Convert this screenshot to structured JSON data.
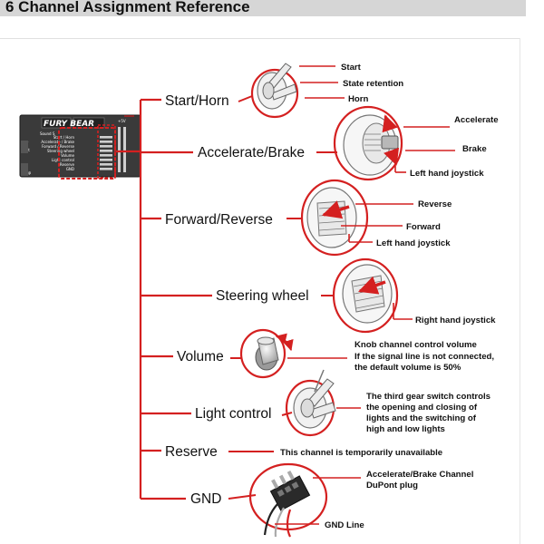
{
  "page": {
    "title": "6 Channel Assignment Reference"
  },
  "board": {
    "logo": "FURY BEAR",
    "subtitle": "Sound S",
    "volt": "+5V",
    "pins": [
      "Start / Horn",
      "Accelerate / Brake",
      "Forward / Reverse",
      "Steering wheel",
      "Volume",
      "Light control",
      "Reserve",
      "GND"
    ],
    "left_labels": [
      "5V",
      "Bat",
      "ST",
      "RUP"
    ]
  },
  "channels": [
    {
      "label": "Start/Horn",
      "annotations": [
        "Start",
        "State retention",
        "Horn"
      ]
    },
    {
      "label": "Accelerate/Brake",
      "annotations": [
        "Accelerate",
        "Brake",
        "Left hand joystick"
      ]
    },
    {
      "label": "Forward/Reverse",
      "annotations": [
        "Reverse",
        "Forward",
        "Left hand joystick"
      ]
    },
    {
      "label": "Steering wheel",
      "annotations": [
        "Right hand joystick"
      ]
    },
    {
      "label": "Volume",
      "annotations": [
        "Knob channel control volume",
        "If the signal line is not connected,",
        "the default volume is 50%"
      ]
    },
    {
      "label": "Light control",
      "annotations": [
        "The third gear switch controls",
        "the opening and closing of",
        "lights and the switching of",
        "high and low lights"
      ]
    },
    {
      "label": "Reserve",
      "annotations": [
        "This channel is temporarily unavailable"
      ]
    },
    {
      "label": "GND",
      "annotations": [
        "Accelerate/Brake Channel",
        "DuPont plug",
        "GND Line"
      ]
    }
  ],
  "colors": {
    "accent_red": "#d42020",
    "header_gray": "#d6d6d6",
    "board_dark": "#3a3a3a"
  }
}
